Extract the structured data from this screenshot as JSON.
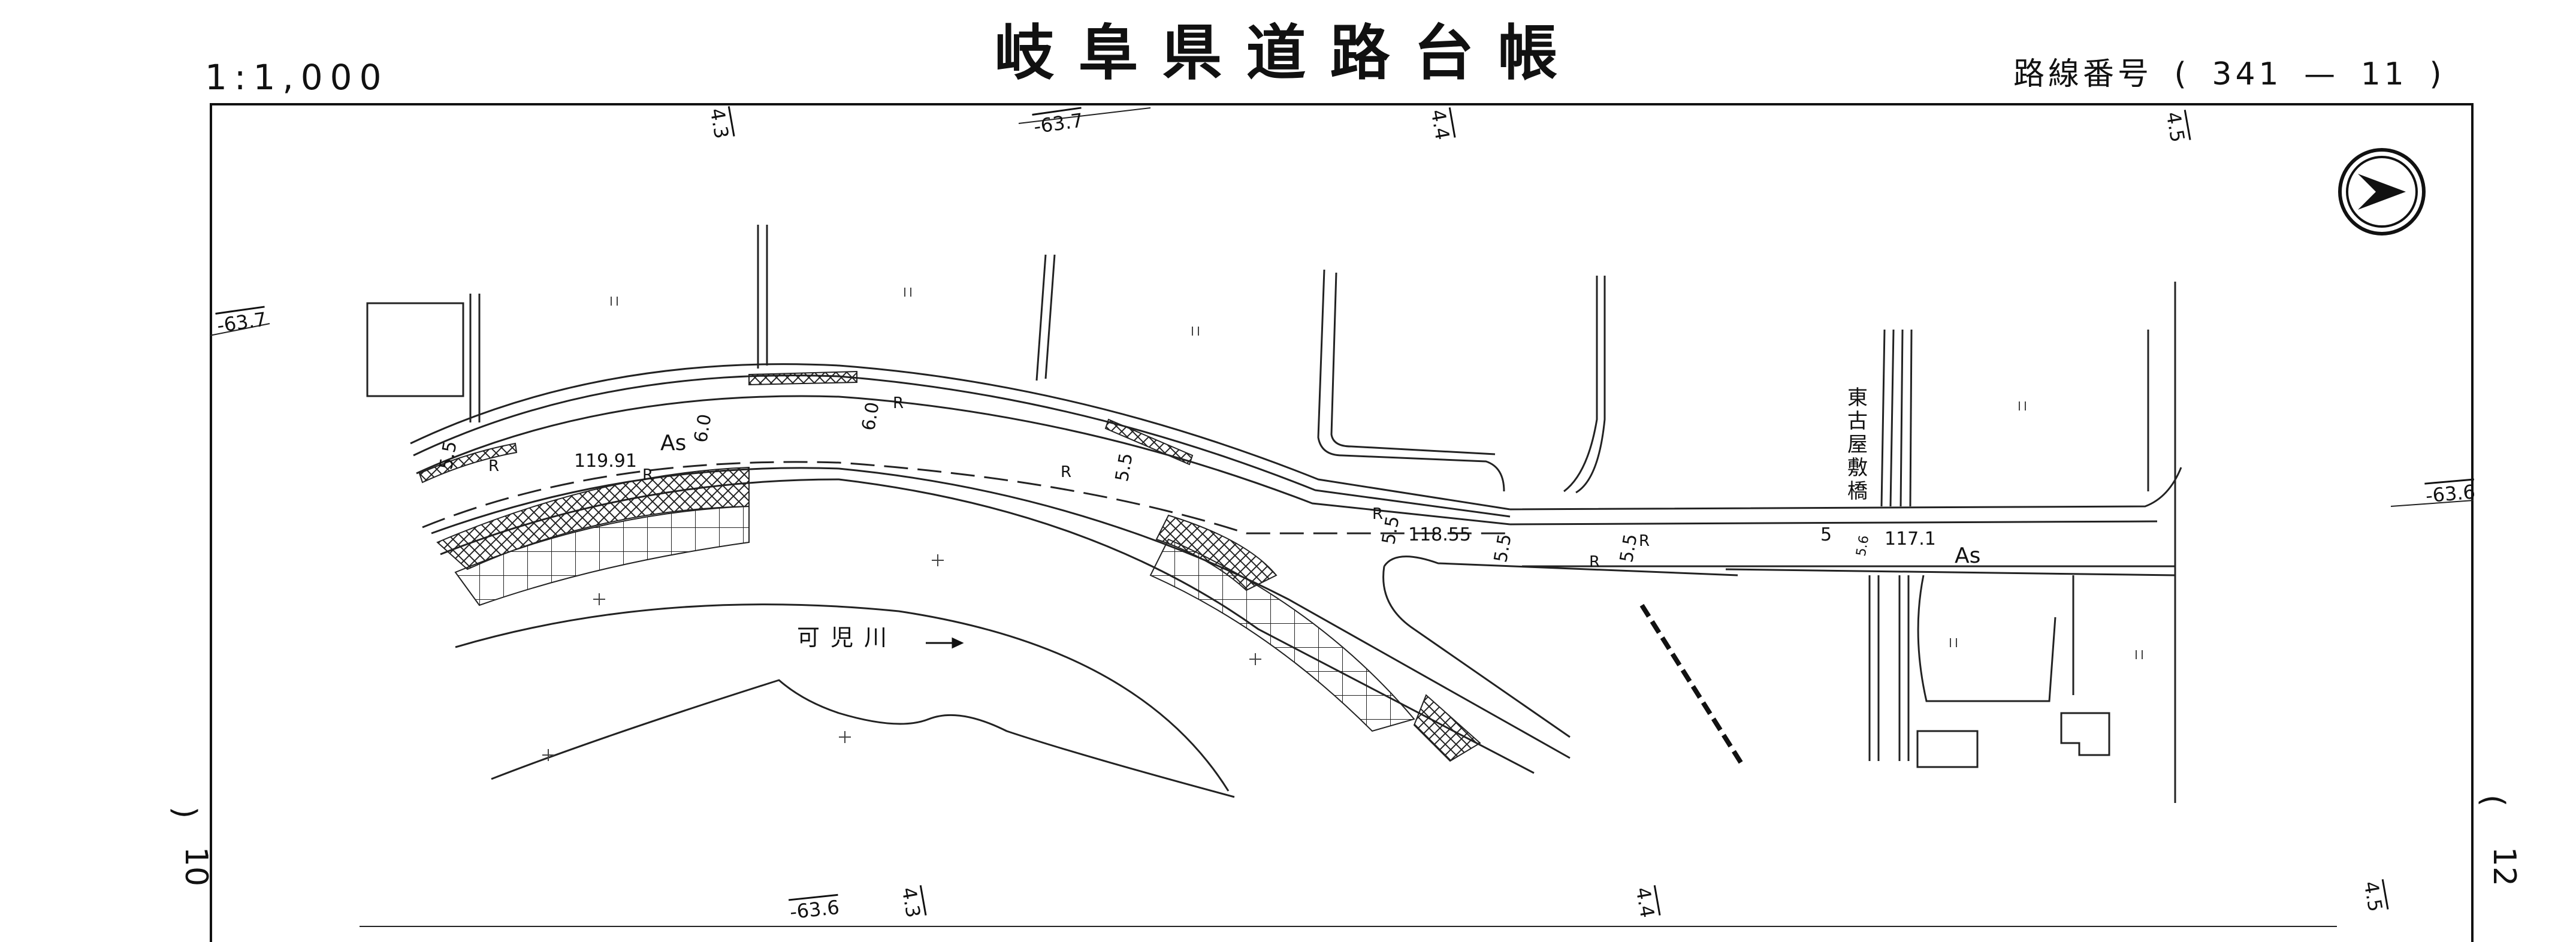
{
  "header": {
    "scale": "1:1,000",
    "title": "岐阜県道路台帳",
    "route_label": "路線番号",
    "route_open": "(",
    "route_number": "341",
    "route_dash": "—",
    "route_sheet": "11",
    "route_close": ")"
  },
  "sheet_refs": {
    "left": "10",
    "right": "12",
    "left_paren": ")",
    "right_paren": "("
  },
  "grid_labels": {
    "x_top_1": "4.3",
    "x_top_2": "4.4",
    "x_top_3": "4.5",
    "x_bottom_1": "4.3",
    "x_bottom_2": "4.4",
    "x_bottom_3": "4.5",
    "y_top": "-63.7",
    "y_left": "-63.7",
    "y_right": "-63.6",
    "y_bottom": "-63.6"
  },
  "map_labels": {
    "river": "可児川",
    "bridge": "東古屋敷橋",
    "surface_1": "As",
    "surface_2": "As",
    "width_1": "119.91",
    "width_2": "118.55",
    "width_3": "117.1",
    "dim_1": "6.0",
    "dim_2": "6.0",
    "dim_3": "5.5",
    "dim_4": "5.5",
    "dim_5": "5.5",
    "dim_6": "5.5",
    "dim_7": "5.5",
    "dim_8": "5",
    "dim_9": "5.6",
    "curve_r": "R"
  },
  "icons": {
    "north": "north-arrow-icon",
    "flow": "flow-arrow-icon"
  }
}
